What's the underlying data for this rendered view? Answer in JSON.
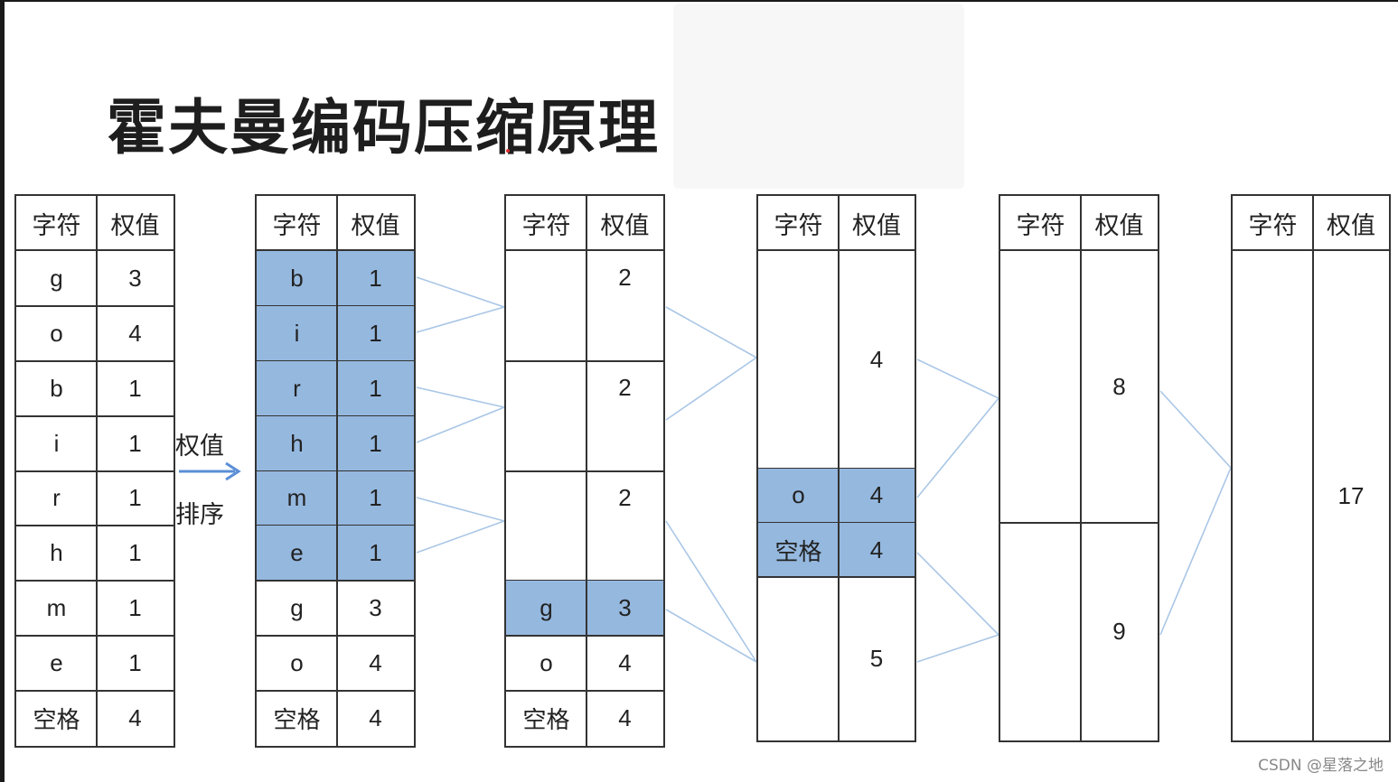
{
  "title": "霍夫曼编码压缩原理",
  "headers": {
    "char": "字符",
    "weight": "权值"
  },
  "sort_label": {
    "line1": "权值",
    "line2": "排序"
  },
  "tables": [
    {
      "rows": [
        {
          "c": "g",
          "w": "3",
          "hl": false
        },
        {
          "c": "o",
          "w": "4",
          "hl": false
        },
        {
          "c": "b",
          "w": "1",
          "hl": false
        },
        {
          "c": "i",
          "w": "1",
          "hl": false
        },
        {
          "c": "r",
          "w": "1",
          "hl": false
        },
        {
          "c": "h",
          "w": "1",
          "hl": false
        },
        {
          "c": "m",
          "w": "1",
          "hl": false
        },
        {
          "c": "e",
          "w": "1",
          "hl": false
        },
        {
          "c": "空格",
          "w": "4",
          "hl": false
        }
      ]
    },
    {
      "rows": [
        {
          "c": "b",
          "w": "1",
          "hl": true
        },
        {
          "c": "i",
          "w": "1",
          "hl": true
        },
        {
          "c": "r",
          "w": "1",
          "hl": true
        },
        {
          "c": "h",
          "w": "1",
          "hl": true
        },
        {
          "c": "m",
          "w": "1",
          "hl": true
        },
        {
          "c": "e",
          "w": "1",
          "hl": true
        },
        {
          "c": "g",
          "w": "3",
          "hl": false
        },
        {
          "c": "o",
          "w": "4",
          "hl": false
        },
        {
          "c": "空格",
          "w": "4",
          "hl": false
        }
      ]
    },
    {
      "rows": [
        {
          "c": "",
          "w": "2",
          "hl": false,
          "span": 2,
          "top": true
        },
        {
          "c": "",
          "w": "2",
          "hl": false,
          "span": 2,
          "top": true
        },
        {
          "c": "",
          "w": "2",
          "hl": false,
          "span": 2,
          "top": true
        },
        {
          "c": "g",
          "w": "3",
          "hl": true
        },
        {
          "c": "o",
          "w": "4",
          "hl": false
        },
        {
          "c": "空格",
          "w": "4",
          "hl": false
        }
      ]
    },
    {
      "rows": [
        {
          "c": "",
          "w": "4",
          "hl": false,
          "span": 4
        },
        {
          "c": "o",
          "w": "4",
          "hl": true
        },
        {
          "c": "空格",
          "w": "4",
          "hl": true
        },
        {
          "c": "",
          "w": "5",
          "hl": false,
          "span": 3
        }
      ]
    },
    {
      "rows": [
        {
          "c": "",
          "w": "8",
          "hl": false,
          "span": 5
        },
        {
          "c": "",
          "w": "9",
          "hl": false,
          "span": 4
        }
      ]
    },
    {
      "rows": [
        {
          "c": "",
          "w": "17",
          "hl": false,
          "span": 9
        }
      ]
    }
  ],
  "watermark": "CSDN @星落之地",
  "colors": {
    "highlight": "#95b8df",
    "link": "#a9c6e6",
    "arrow": "#5b8fd6"
  }
}
